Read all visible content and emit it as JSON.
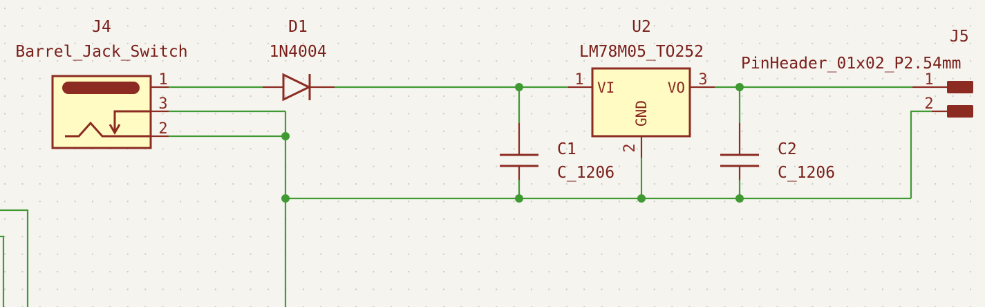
{
  "components": {
    "j4": {
      "ref": "J4",
      "value": "Barrel_Jack_Switch",
      "pins": [
        "1",
        "3",
        "2"
      ]
    },
    "d1": {
      "ref": "D1",
      "value": "1N4004"
    },
    "u2": {
      "ref": "U2",
      "value": "LM78M05_TO252",
      "pins": [
        "1",
        "3",
        "2"
      ],
      "pin_names": [
        "VI",
        "VO",
        "GND"
      ]
    },
    "c1": {
      "ref": "C1",
      "value": "C_1206"
    },
    "c2": {
      "ref": "C2",
      "value": "C_1206"
    },
    "j5": {
      "ref": "J5",
      "value": "PinHeader_01x02_P2.54mm",
      "pins": [
        "1",
        "2"
      ]
    }
  },
  "colors": {
    "background": "#f5f4ef",
    "wire": "#3f9a32",
    "symbol": "#8b2b22",
    "body_fill": "#fffbc2",
    "grid": "#c9c8c2"
  }
}
